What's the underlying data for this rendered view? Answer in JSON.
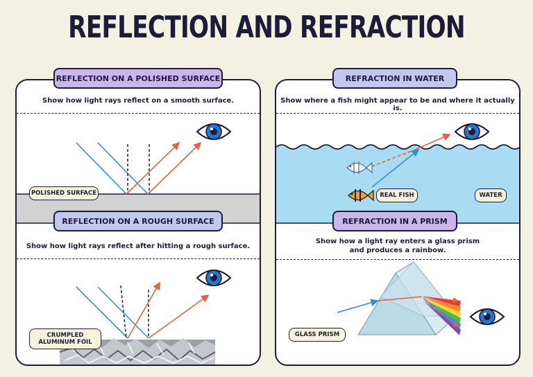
{
  "title": "REFLECTION AND REFRACTION",
  "panels": {
    "polished": {
      "heading": "REFLECTION ON A POLISHED SURFACE",
      "instruction": "Show how light rays reflect on a smooth surface.",
      "label": "POLISHED SURFACE"
    },
    "rough": {
      "heading": "REFLECTION ON A ROUGH SURFACE",
      "instruction": "Show how light rays reflect after hitting a rough surface.",
      "label_line1": "CRUMPLED",
      "label_line2": "ALUMINUM FOIL"
    },
    "water": {
      "heading": "REFRACTION IN WATER",
      "instruction": "Show where a fish might appear to be and where it actually is.",
      "label_fish": "REAL FISH",
      "label_water": "WATER"
    },
    "prism": {
      "heading": "REFRACTION IN A PRISM",
      "instruction_line1": "Show how a light ray enters a glass prism",
      "instruction_line2": "and produces a rainbow.",
      "label": "GLASS PRISM"
    }
  },
  "colors": {
    "incident_ray": "#2e8fd6",
    "reflected_ray": "#e8603c",
    "water": "#a9dcf3",
    "surface": "#d2d2d2",
    "eye_iris": "#2577c9",
    "rainbow": [
      "#e7372f",
      "#f08a2a",
      "#f6d33a",
      "#4bb84a",
      "#3a8fd9",
      "#7a4cc2"
    ]
  }
}
